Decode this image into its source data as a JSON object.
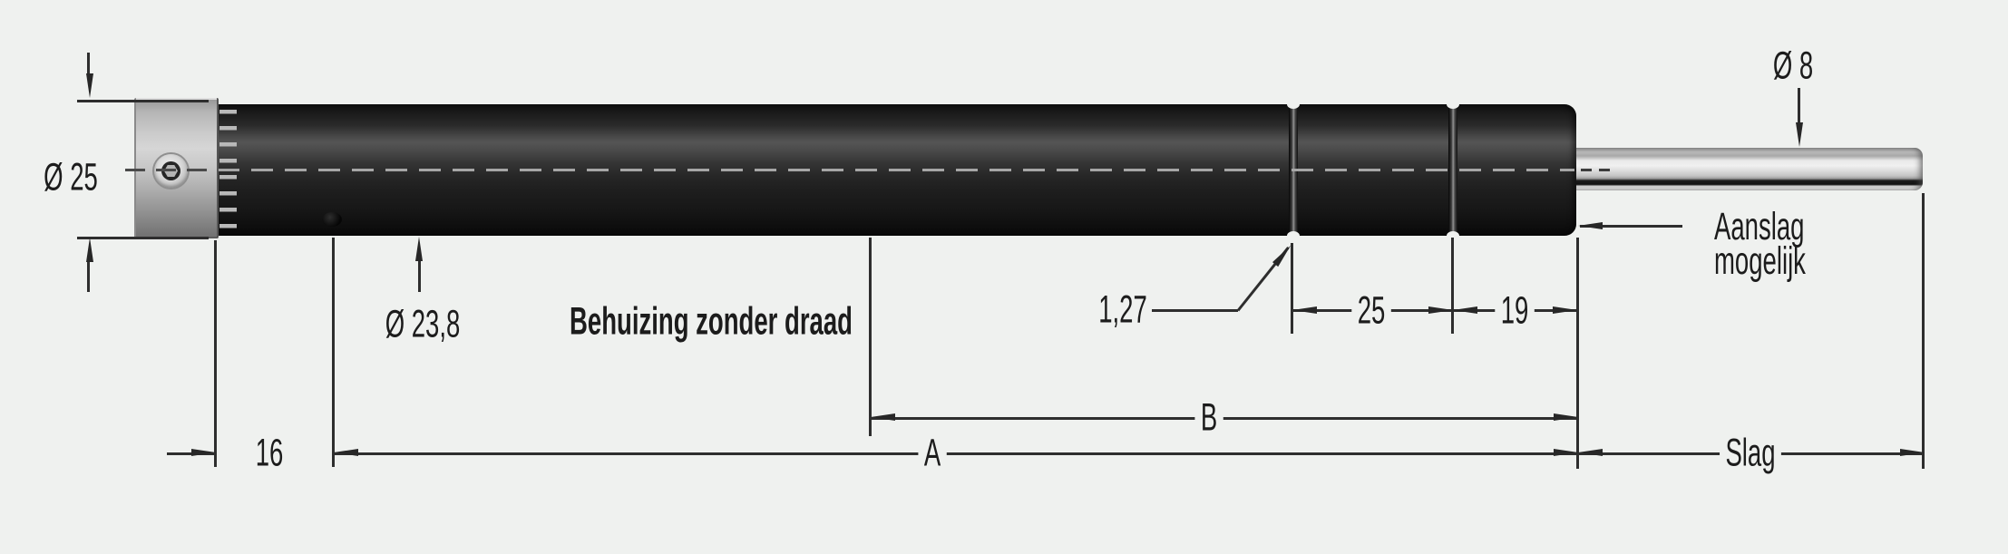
{
  "drawing": {
    "type": "technical-drawing",
    "subject": "gas spring / damper side view",
    "background_color": "#eff1ef",
    "line_color": "#2e2e2e",
    "part_colors": {
      "housing": "#1b1b1b",
      "end_cap": "#c9c9c9",
      "rod": "#d6d6d6"
    }
  },
  "labels": {
    "cap_diameter": "Ø 25",
    "tube_diameter": "Ø 23,8",
    "housing_note": "Behuizing zonder draad",
    "groove_width": "1,27",
    "groove_spacing": "25",
    "end_spacing": "19",
    "rod_diameter": "Ø 8",
    "stop_note_line1": "Aanslag",
    "stop_note_line2": "mogelijk",
    "cap_length": "16",
    "housing_length": "A",
    "inner_length": "B",
    "stroke": "Slag"
  }
}
